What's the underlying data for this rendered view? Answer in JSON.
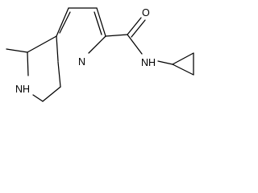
{
  "figure": {
    "type": "chemical-structure",
    "bond_color": "#000000",
    "background": "#ffffff"
  },
  "atoms": {
    "carbonyl_oxygen": "O",
    "amide_nitrogen": "NH",
    "ring_nitrogen": "N",
    "amine_nitrogen": "NH"
  }
}
